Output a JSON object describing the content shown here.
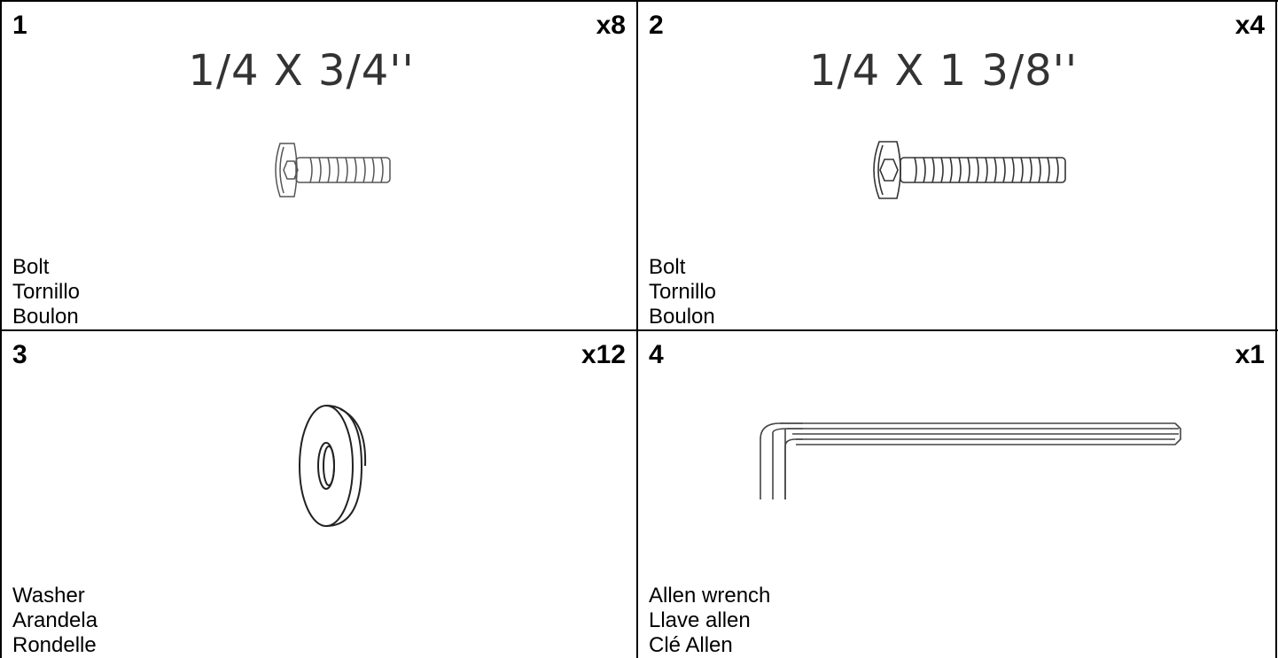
{
  "parts": [
    {
      "number": "1",
      "quantity": "x8",
      "size": "1/4 X 3/4''",
      "names": [
        "Bolt",
        "Tornillo",
        "Boulon"
      ],
      "icon": "short-bolt-icon"
    },
    {
      "number": "2",
      "quantity": "x4",
      "size": "1/4 X 1 3/8''",
      "names": [
        "Bolt",
        "Tornillo",
        "Boulon"
      ],
      "icon": "long-bolt-icon"
    },
    {
      "number": "3",
      "quantity": "x12",
      "size": "",
      "names": [
        "Washer",
        "Arandela",
        "Rondelle"
      ],
      "icon": "washer-icon"
    },
    {
      "number": "4",
      "quantity": "x1",
      "size": "",
      "names": [
        "Allen wrench",
        "Llave allen",
        "Clé Allen"
      ],
      "icon": "allen-wrench-icon"
    }
  ],
  "colors": {
    "border": "#000000",
    "text": "#000000",
    "drawing": "#555555"
  }
}
